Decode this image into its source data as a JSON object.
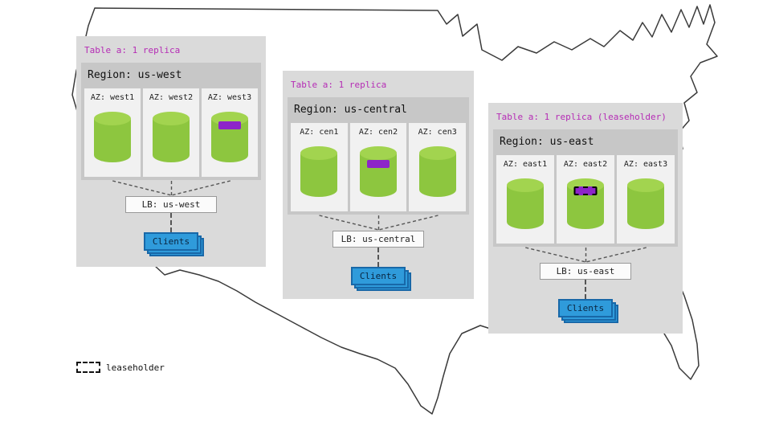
{
  "legend": {
    "label": "leaseholder"
  },
  "colors": {
    "accent-magenta": "#b52cb5",
    "replica-purple": "#8d24c9",
    "cylinder-green": "#8dc63f",
    "cylinder-green-top": "#a2d44f",
    "clients-blue": "#2f9bdb",
    "clients-border": "#1868a8"
  },
  "regions": [
    {
      "name": "us-west",
      "table_label": "Table a: 1 replica",
      "region_label": "Region: us-west",
      "azs": [
        {
          "label": "AZ: west1",
          "replica": false,
          "leaseholder": false
        },
        {
          "label": "AZ: west2",
          "replica": false,
          "leaseholder": false
        },
        {
          "label": "AZ: west3",
          "replica": true,
          "leaseholder": false
        }
      ],
      "lb_label": "LB: us-west",
      "clients_label": "Clients"
    },
    {
      "name": "us-central",
      "table_label": "Table a: 1 replica",
      "region_label": "Region: us-central",
      "azs": [
        {
          "label": "AZ: cen1",
          "replica": false,
          "leaseholder": false
        },
        {
          "label": "AZ: cen2",
          "replica": true,
          "leaseholder": false
        },
        {
          "label": "AZ: cen3",
          "replica": false,
          "leaseholder": false
        }
      ],
      "lb_label": "LB: us-central",
      "clients_label": "Clients"
    },
    {
      "name": "us-east",
      "table_label": "Table a: 1 replica (leaseholder)",
      "region_label": "Region: us-east",
      "azs": [
        {
          "label": "AZ: east1",
          "replica": false,
          "leaseholder": false
        },
        {
          "label": "AZ: east2",
          "replica": true,
          "leaseholder": true
        },
        {
          "label": "AZ: east3",
          "replica": false,
          "leaseholder": false
        }
      ],
      "lb_label": "LB: us-east",
      "clients_label": "Clients"
    }
  ]
}
